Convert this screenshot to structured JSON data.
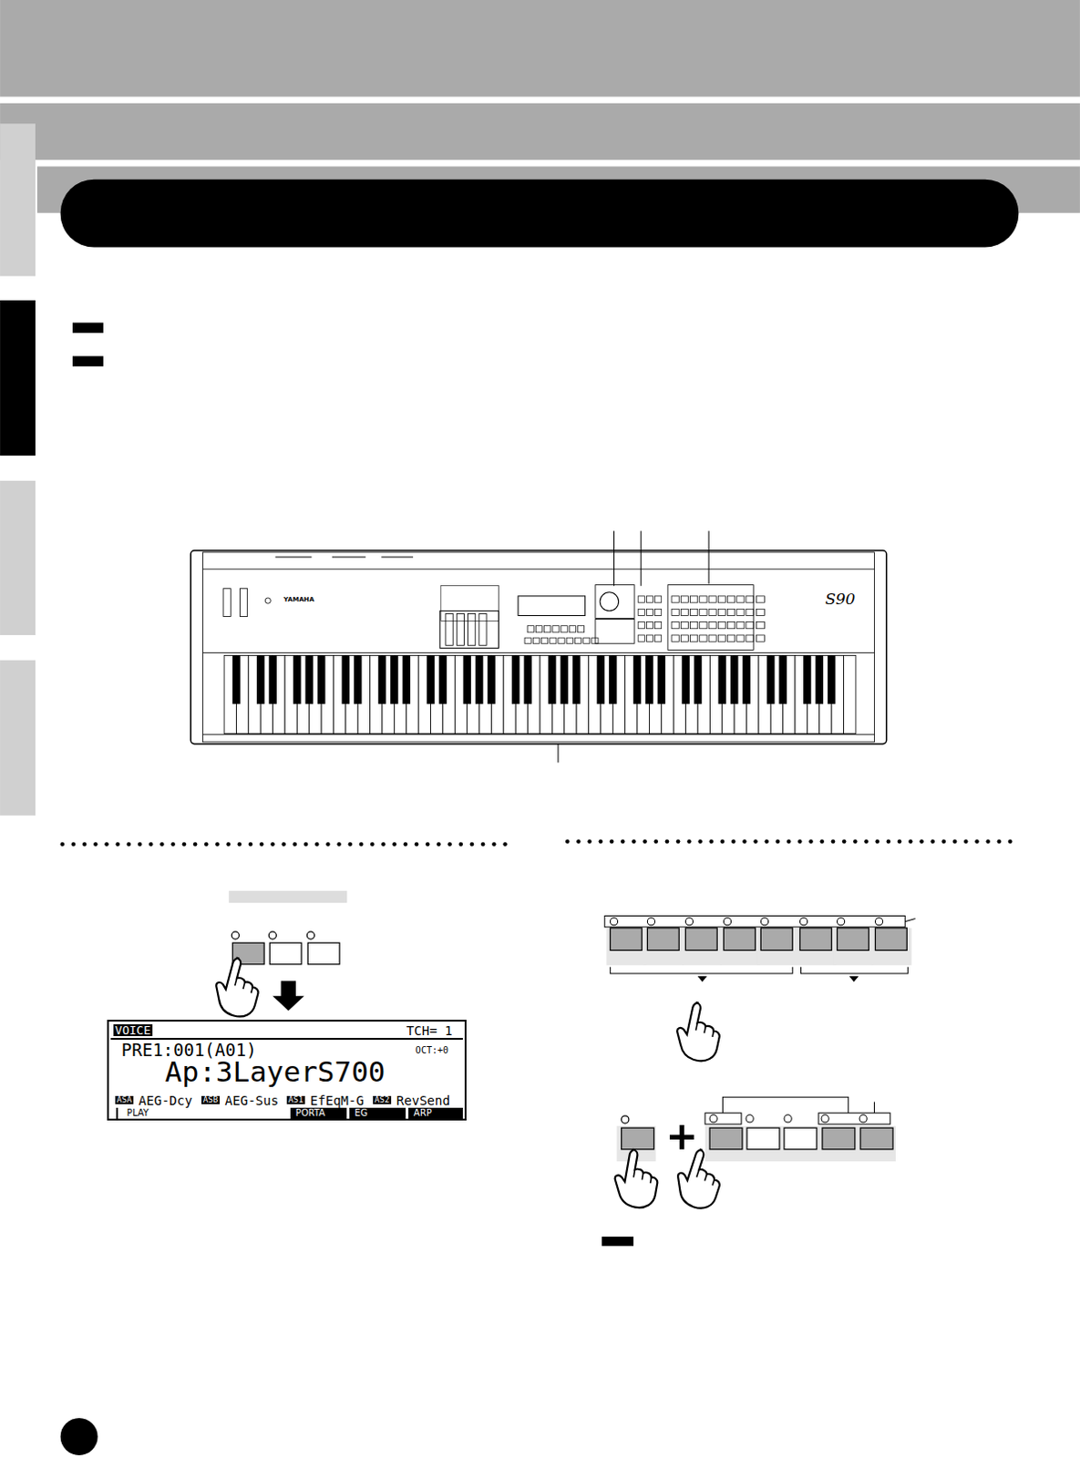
{
  "diagram": {
    "nodes": [
      {
        "text": [
          "VOICE",
          "TCH= 1",
          "PRE1:001(A01)",
          "OCT:+0",
          "Ap:3LayerS700",
          "ASA",
          "AEG-Dcy",
          "ASB",
          "AEG-Sus",
          "AS1",
          "EfEqM-G",
          "AS2",
          "RevSend",
          "PLAY",
          "PORTA",
          "EG",
          "ARP"
        ]
      }
    ],
    "labels": [
      "YAMAHA",
      "S90"
    ]
  }
}
